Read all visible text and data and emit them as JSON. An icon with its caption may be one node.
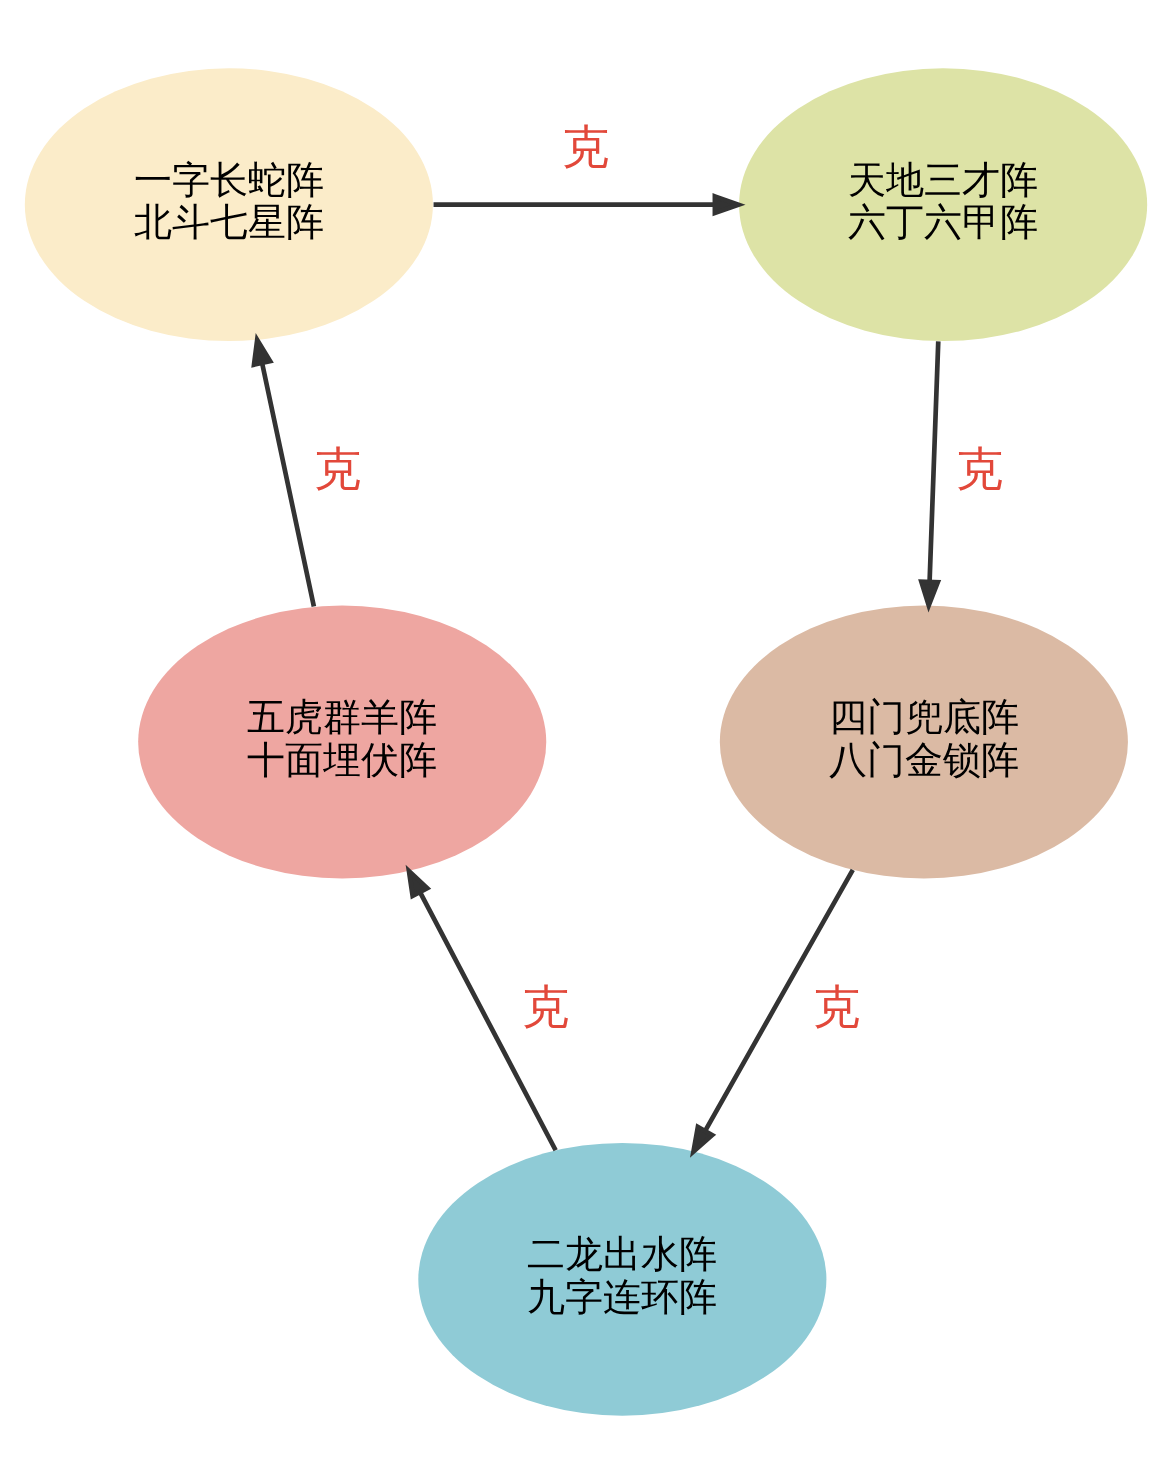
{
  "diagram": {
    "nodes": [
      {
        "text": [
          "一字长蛇阵",
          "北斗七星阵"
        ]
      },
      {
        "text": [
          "天地三才阵",
          "六丁六甲阵"
        ]
      },
      {
        "text": [
          "四门兜底阵",
          "八门金锁阵"
        ]
      },
      {
        "text": [
          "二龙出水阵",
          "九字连环阵"
        ]
      },
      {
        "text": [
          "五虎群羊阵",
          "十面埋伏阵"
        ]
      }
    ],
    "edges": [
      {
        "from": 0,
        "to": 1,
        "arrow": "to",
        "label": "克"
      },
      {
        "from": 1,
        "to": 2,
        "arrow": "to",
        "label": "克"
      },
      {
        "from": 2,
        "to": 3,
        "arrow": "to",
        "label": "克"
      },
      {
        "from": 3,
        "to": 4,
        "arrow": "to",
        "label": "克"
      },
      {
        "from": 4,
        "to": 0,
        "arrow": "to",
        "label": "克"
      }
    ]
  }
}
